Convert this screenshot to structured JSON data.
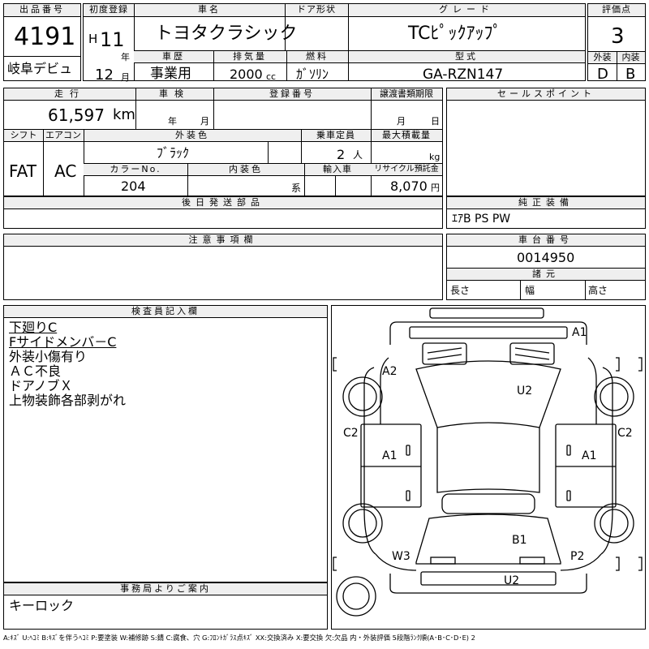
{
  "headers": {
    "lot_no": "出品番号",
    "first_reg": "初度登録",
    "car_name": "車名",
    "door": "ドア形状",
    "grade": "グレード",
    "score": "評価点",
    "history": "車歴",
    "displacement": "排気量",
    "fuel": "燃料",
    "model": "型式",
    "exterior": "外装",
    "interior": "内装",
    "mileage": "走行",
    "inspection": "車検",
    "reg_no": "登録番号",
    "transfer_docs": "譲渡書類期限",
    "sales_points": "セールスポイント",
    "shift": "シフト",
    "aircon": "エアコン",
    "ext_color": "外装色",
    "capacity": "乗車定員",
    "max_load": "最大積載量",
    "color_no": "カラーNo.",
    "int_color": "内装色",
    "import": "輸入車",
    "recycle": "リサイクル預託金",
    "later_parts": "後日発送部品",
    "genuine_equip": "純正装備",
    "notes": "注意事項欄",
    "chassis_no": "車台番号",
    "dimensions": "諸元",
    "inspector_notes": "検査員記入欄",
    "office_notice": "事務局よりご案内"
  },
  "vehicle": {
    "lot_no": "4191",
    "venue": "岐阜デビュ",
    "era": "H",
    "year": "11",
    "year_unit": "年",
    "month": "12",
    "month_unit": "月",
    "car_name": "トヨタクラシック",
    "door": "",
    "grade": "TCﾋﾟｯｸｱｯﾌﾟ",
    "score": "3",
    "history": "事業用",
    "displacement": "2000",
    "displacement_unit": "cc",
    "fuel": "ｶﾞｿﾘﾝ",
    "model": "GA-RZN147",
    "exterior_grade": "D",
    "interior_grade": "B",
    "mileage": "61,597",
    "mileage_unit": "km",
    "inspection_year_unit": "年",
    "inspection_month_unit": "月",
    "transfer_month_unit": "月",
    "transfer_day_unit": "日",
    "shift": "FAT",
    "aircon": "AC",
    "ext_color": "ﾌﾞﾗｯｸ",
    "capacity": "2",
    "capacity_unit": "人",
    "max_load_unit": "kg",
    "color_no": "204",
    "int_color_unit": "系",
    "recycle": "8,070",
    "recycle_unit": "円",
    "genuine_equip": "ｴｱB PS PW",
    "chassis_no": "0014950",
    "length_label": "長さ",
    "width_label": "幅",
    "height_label": "高さ"
  },
  "inspector_lines": [
    {
      "text": "下廻りC",
      "underline": true
    },
    {
      "text": "Fサイドメンバ－C",
      "underline": true
    },
    {
      "text": "外装小傷有り",
      "underline": false
    },
    {
      "text": "ＡＣ不良",
      "underline": false
    },
    {
      "text": "ドアノブＸ",
      "underline": false
    },
    {
      "text": "上物装飾各部剥がれ",
      "underline": false
    }
  ],
  "office_notice_text": "キーロック",
  "damage_marks": {
    "front": "A1",
    "left_front": "A2",
    "hood": "U2",
    "left_fender": "C2",
    "right_fender": "C2",
    "left_door": "A1",
    "right_door": "A1",
    "rear_deck": "B1",
    "left_rear": "W3",
    "right_rear": "P2",
    "rear": "U2"
  },
  "legend": "A:ｷｽﾞ U:ﾍｺﾐ B:ｷｽﾞを伴うﾍｺﾐ P:要塗装 W:補修跡 S:錆 C:腐食、穴 G:ﾌﾛﾝﾄｶﾞﾗｽ点ｷｽﾞ XX:交換済み X:要交換 欠:欠品 内・外装評価 5段階ﾗﾝｸ順(A･B･C･D･E) 2"
}
